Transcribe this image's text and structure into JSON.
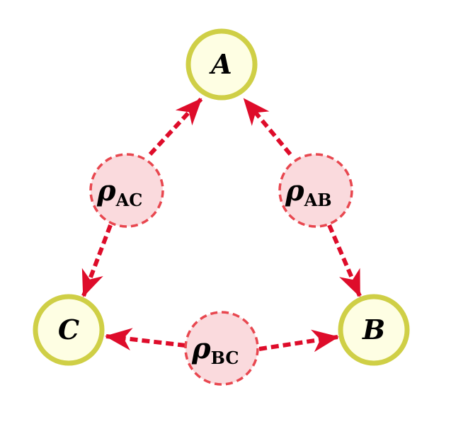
{
  "colors": {
    "node_fill": "#fefee3",
    "node_stroke": "#cfcf46",
    "source_fill": "#fadadd",
    "source_stroke": "#e8474f",
    "edge": "#de0c2a"
  },
  "nodes": [
    {
      "id": "A",
      "label": "A"
    },
    {
      "id": "B",
      "label": "B"
    },
    {
      "id": "C",
      "label": "C"
    }
  ],
  "sources": [
    {
      "id": "AC",
      "symbol": "ρ",
      "subscript": "AC",
      "connects": [
        "A",
        "C"
      ]
    },
    {
      "id": "AB",
      "symbol": "ρ",
      "subscript": "AB",
      "connects": [
        "A",
        "B"
      ]
    },
    {
      "id": "BC",
      "symbol": "ρ",
      "subscript": "BC",
      "connects": [
        "B",
        "C"
      ]
    }
  ]
}
